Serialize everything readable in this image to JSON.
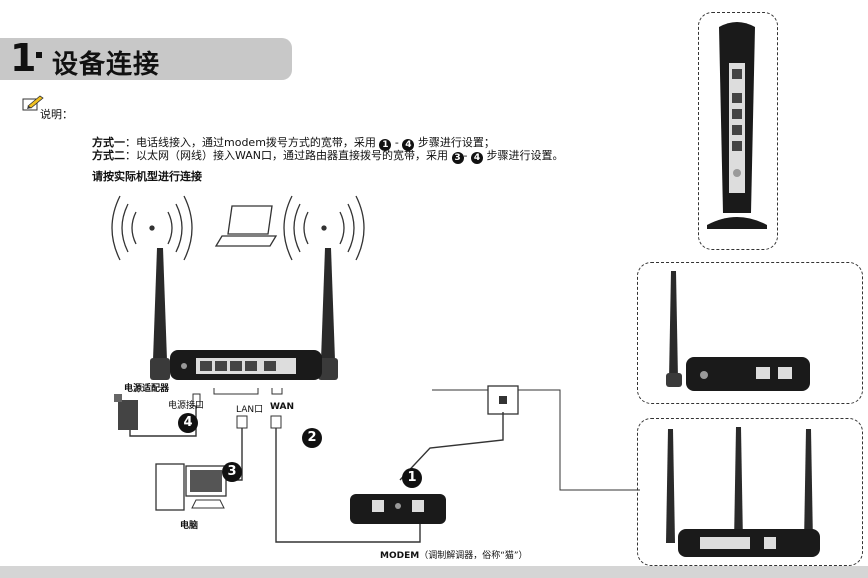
{
  "heading": {
    "number": "1",
    "title": "设备连接"
  },
  "note": {
    "label": "说明："
  },
  "methods": [
    {
      "name": "方式一",
      "text_a": "：电话线接入，通过modem拨号方式的宽带，采用 ",
      "badge_a": "1",
      "mid": " - ",
      "badge_b": "4",
      "text_b": " 步骤进行设置；"
    },
    {
      "name": "方式二",
      "text_a": "：以太网（网线）接入WAN口，通过路由器直接拨号的宽带，采用 ",
      "badge_a": "3",
      "mid": "- ",
      "badge_b": "4",
      "text_b": " 步骤进行设置。"
    }
  ],
  "hint": "请按实际机型进行连接",
  "diagram": {
    "power_adapter": "电源适配器",
    "power_port": "电源接口",
    "lan_port": "LAN口",
    "wan_port": "WAN",
    "computer": "电脑",
    "modem_name": "MODEM",
    "modem_desc": "（调制解调器，俗称“猫”）",
    "steps": [
      "1",
      "2",
      "3",
      "4"
    ]
  },
  "colors": {
    "title_bar": "#c8c8c8",
    "badge": "#111111",
    "device": "#1a1a1a"
  }
}
